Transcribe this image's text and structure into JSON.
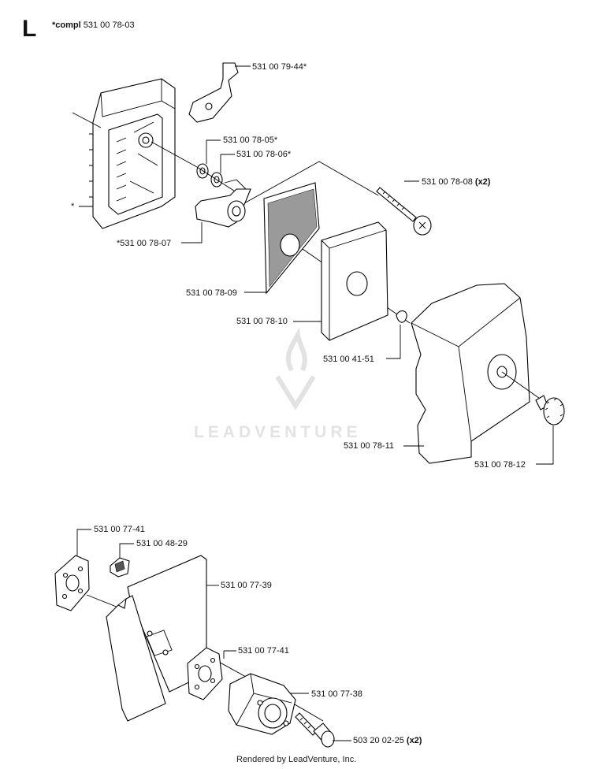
{
  "section": {
    "letter": "L",
    "compl_prefix": "*compl",
    "compl_part": "531 00 78-03"
  },
  "labels": {
    "p_79_44": "531 00 79-44*",
    "p_78_05": "531 00 78-05*",
    "p_78_06": "531 00 78-06*",
    "p_78_08": "531 00 78-08",
    "p_78_08_qty": "(x2)",
    "p_star": "*",
    "p_78_07": "*531 00 78-07",
    "p_78_09": "531 00 78-09",
    "p_78_10": "531 00 78-10",
    "p_41_51": "531 00 41-51",
    "p_78_11": "531 00 78-11",
    "p_78_12": "531 00 78-12",
    "p_77_41_top": "531 00 77-41",
    "p_48_29": "531 00 48-29",
    "p_77_39": "531 00 77-39",
    "p_77_41_mid": "531 00 77-41",
    "p_77_38": "531 00 77-38",
    "p_503": "503 20 02-25",
    "p_503_qty": "(x2)"
  },
  "watermark": "LEADVENTURE",
  "footer": "Rendered by LeadVenture, Inc."
}
